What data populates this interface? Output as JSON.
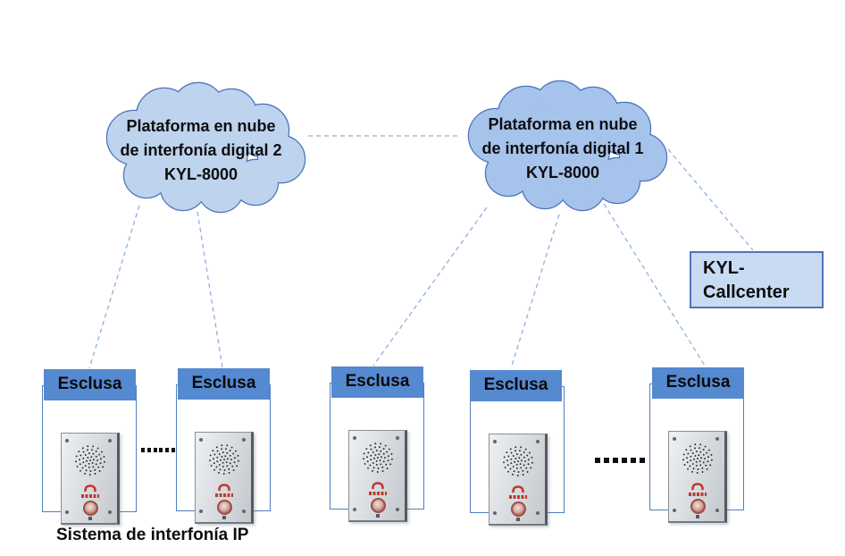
{
  "diagram": {
    "clouds": [
      {
        "line1": "Plataforma en nube",
        "line2": "de interfonía digital 2",
        "line3": "KYL-8000"
      },
      {
        "line1": "Plataforma en nube",
        "line2": "de interfonía digital 1",
        "line3": "KYL-8000"
      }
    ],
    "callcenter": {
      "line1": "KYL-",
      "line2": "Callcenter"
    },
    "esclusa_label": "Esclusa",
    "caption": "Sistema de interfonía IP",
    "colors": {
      "cloud_left_fill": "#bdd3ee",
      "cloud_right_fill": "#a6c3ec",
      "cloud_stroke": "#4a72b8",
      "band_fill": "#5589d0",
      "callcenter_fill": "#c8dbf3",
      "callcenter_border": "#4f74b8",
      "connector": "#8fb0dc",
      "box_border": "#4f81bd"
    }
  }
}
